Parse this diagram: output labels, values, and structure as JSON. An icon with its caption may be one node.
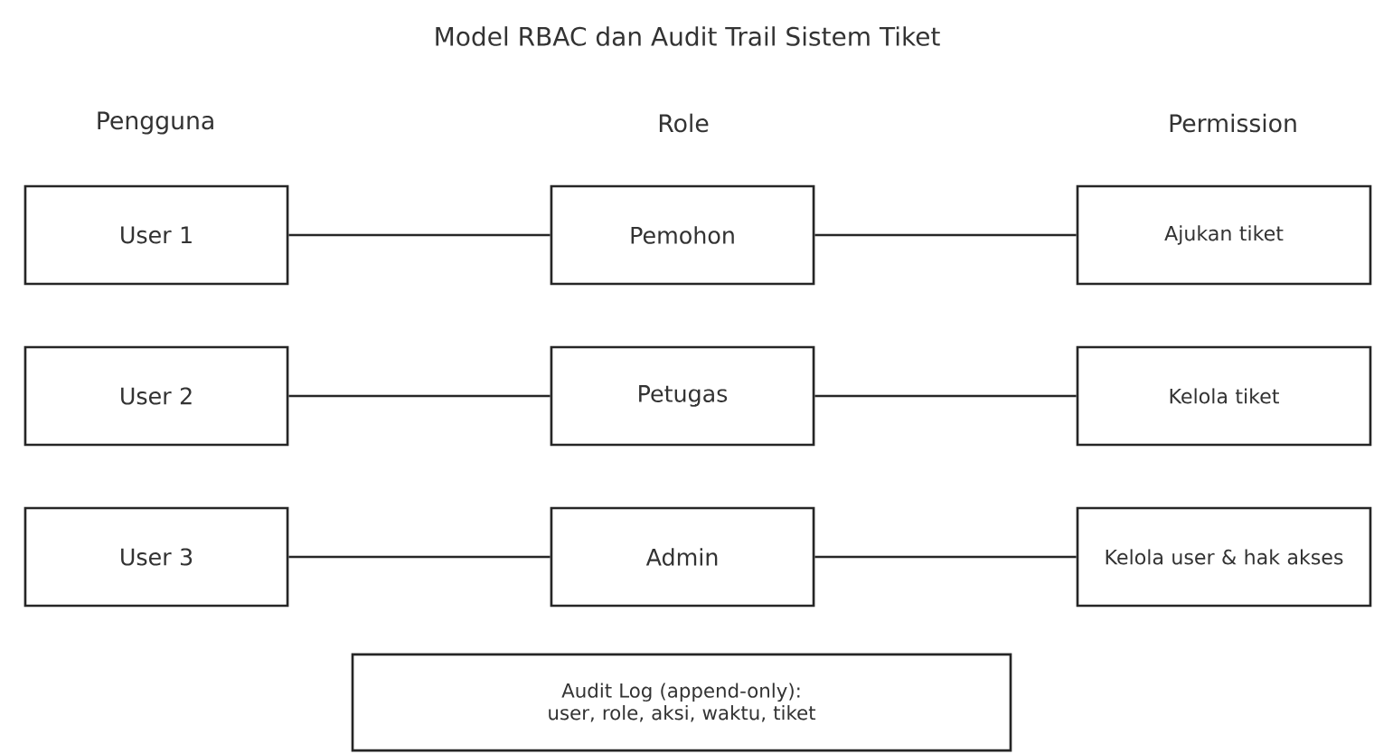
{
  "diagram": {
    "title": "Model RBAC dan Audit Trail Sistem Tiket",
    "nodes": [
      {
        "text": [
          "User 1"
        ]
      },
      {
        "text": [
          "Pemohon"
        ]
      },
      {
        "text": [
          "Ajukan tiket"
        ]
      },
      {
        "text": [
          "User 2"
        ]
      },
      {
        "text": [
          "Petugas"
        ]
      },
      {
        "text": [
          "Kelola tiket"
        ]
      },
      {
        "text": [
          "User 3"
        ]
      },
      {
        "text": [
          "Admin"
        ]
      },
      {
        "text": [
          "Kelola user & hak akses"
        ]
      },
      {
        "text": [
          "Audit Log (append-only):",
          "user, role, aksi, waktu, tiket"
        ]
      }
    ],
    "edges": [
      {
        "from": 0,
        "to": 1,
        "arrow": "none"
      },
      {
        "from": 1,
        "to": 2,
        "arrow": "none"
      },
      {
        "from": 3,
        "to": 4,
        "arrow": "none"
      },
      {
        "from": 4,
        "to": 5,
        "arrow": "none"
      },
      {
        "from": 6,
        "to": 7,
        "arrow": "none"
      },
      {
        "from": 7,
        "to": 8,
        "arrow": "none"
      }
    ],
    "labels": [
      "Pengguna",
      "Role",
      "Permission"
    ]
  }
}
